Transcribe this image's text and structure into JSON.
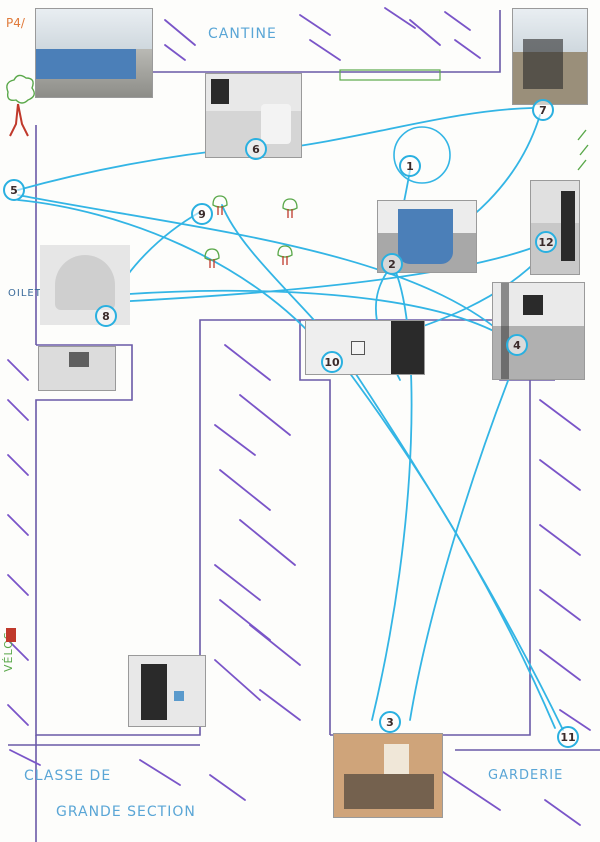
{
  "page_label": "P4/",
  "rooms": {
    "cantine": "CANTINE",
    "classe_line1": "CLASSE DE",
    "classe_line2": "GRANDE SECTION",
    "garderie": "GARDERIE",
    "toilettes": "OILETTE",
    "velos": "VÉLOS"
  },
  "stops": [
    {
      "id": "1",
      "label": "1"
    },
    {
      "id": "2",
      "label": "2"
    },
    {
      "id": "3",
      "label": "3"
    },
    {
      "id": "4",
      "label": "4"
    },
    {
      "id": "5",
      "label": "5"
    },
    {
      "id": "6",
      "label": "6"
    },
    {
      "id": "7",
      "label": "7"
    },
    {
      "id": "8",
      "label": "8"
    },
    {
      "id": "9",
      "label": "9"
    },
    {
      "id": "10",
      "label": "10"
    },
    {
      "id": "11",
      "label": "11"
    },
    {
      "id": "12",
      "label": "12"
    }
  ],
  "colors": {
    "wall": "#6a5aa8",
    "hatch": "#7a55c8",
    "path": "#33b5e5",
    "label": "#5aa6d6",
    "tree_green": "#5aa84a",
    "tree_trunk": "#c0392b",
    "page_label": "#e07a3a"
  }
}
